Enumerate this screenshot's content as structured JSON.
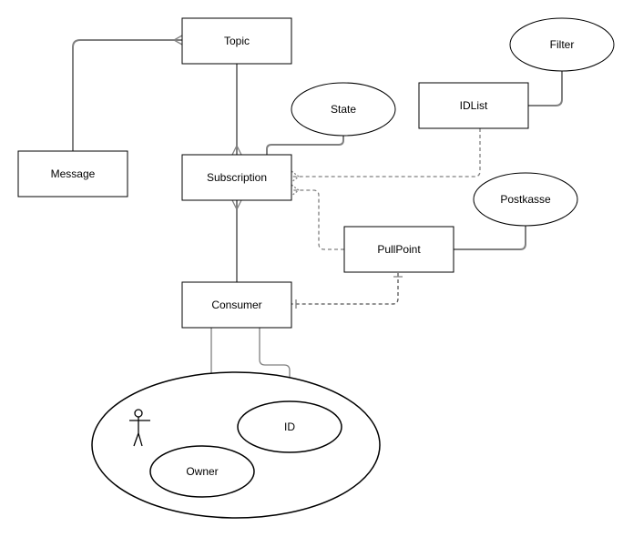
{
  "diagram": {
    "type": "entity-relationship",
    "entities": {
      "topic": "Topic",
      "message": "Message",
      "subscription": "Subscription",
      "consumer": "Consumer",
      "idlist": "IDList",
      "pullpoint": "PullPoint"
    },
    "attributes": {
      "state": "State",
      "filter": "Filter",
      "postkasse": "Postkasse",
      "id": "ID",
      "owner": "Owner"
    },
    "relationships": [
      {
        "from": "Message",
        "to": "Topic",
        "style": "solid",
        "end": "many"
      },
      {
        "from": "Topic",
        "to": "Subscription",
        "style": "solid",
        "end": "many"
      },
      {
        "from": "Consumer",
        "to": "Subscription",
        "style": "solid",
        "end": "many"
      },
      {
        "from": "Subscription",
        "to": "State",
        "style": "solid"
      },
      {
        "from": "IDList",
        "to": "Filter",
        "style": "solid"
      },
      {
        "from": "IDList",
        "to": "Subscription",
        "style": "dashed",
        "end": "many"
      },
      {
        "from": "PullPoint",
        "to": "Subscription",
        "style": "dashed",
        "end": "many"
      },
      {
        "from": "PullPoint",
        "to": "Postkasse",
        "style": "solid"
      },
      {
        "from": "PullPoint",
        "to": "Consumer",
        "style": "dashed",
        "end": "one"
      },
      {
        "from": "Consumer",
        "to": "ID",
        "style": "solid"
      },
      {
        "from": "Consumer",
        "to": "Owner",
        "style": "solid"
      }
    ],
    "actor_icon": "stick-figure-icon"
  }
}
